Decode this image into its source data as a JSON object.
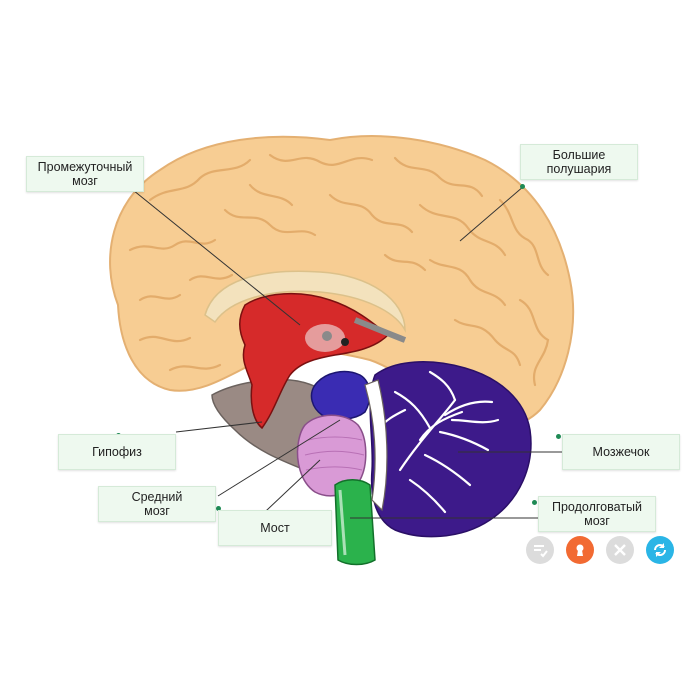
{
  "labels": {
    "diencephalon": [
      "Промежуточный",
      "мозг"
    ],
    "hemispheres": [
      "Большие",
      "полушария"
    ],
    "pituitary": [
      "Гипофиз"
    ],
    "midbrain": [
      "Средний",
      "мозг"
    ],
    "pons": [
      "Мост"
    ],
    "cerebellum": [
      "Мозжечок"
    ],
    "medulla": [
      "Продолговатый",
      "мозг"
    ]
  },
  "colors": {
    "cortex": "#f7cd93",
    "cortex_shadow": "#e9b676",
    "diencephalon": "#d62a2a",
    "midbrain": "#3a2cb3",
    "pons": "#d99ad6",
    "medulla": "#2bb24c",
    "cerebellum": "#3d1a8a",
    "brainstem_outline": "#6b625e",
    "label_bg": "#eef9ef",
    "pin": "#1f8a55"
  },
  "controls": [
    {
      "name": "check-button",
      "icon": "checklist-icon",
      "color": "#dcdcdc"
    },
    {
      "name": "hint-button",
      "icon": "keyhole-icon",
      "color": "#f26a32"
    },
    {
      "name": "clear-button",
      "icon": "close-icon",
      "color": "#dcdcdc"
    },
    {
      "name": "reset-button",
      "icon": "refresh-icon",
      "color": "#2ab5e6"
    }
  ]
}
